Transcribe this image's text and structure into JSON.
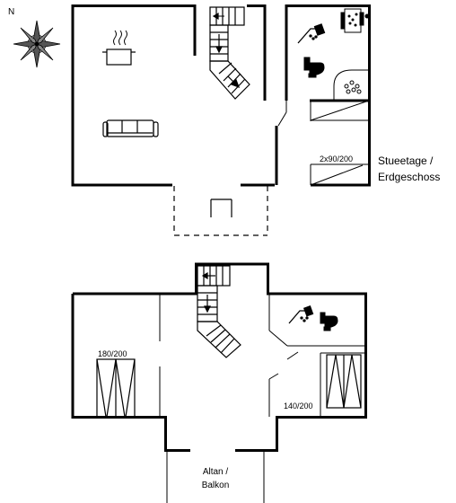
{
  "compass": {
    "north_label": "N"
  },
  "ground_floor": {
    "label_line1": "Stueetage /",
    "label_line2": "Erdgeschoss",
    "bed_label": "2x90/200"
  },
  "upper_floor": {
    "bed_left_label": "180/200",
    "bed_right_label": "140/200",
    "balcony_line1": "Altan /",
    "balcony_line2": "Balkon"
  }
}
